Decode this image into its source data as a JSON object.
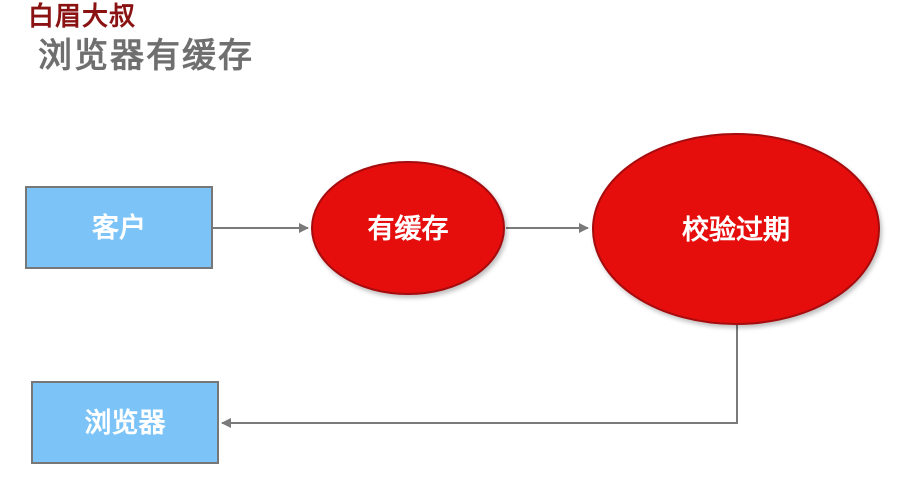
{
  "brand": "白眉大叔",
  "title": "浏览器有缓存",
  "colors": {
    "box_fill": "#7cc4f7",
    "box_stroke": "#777777",
    "ellipse_fill": "#e60a10",
    "ellipse_stroke": "#a5070b",
    "connector": "#7a7a7a",
    "brand_text": "#8a1212",
    "title_text": "#6f6f6f"
  },
  "nodes": {
    "client": "客户",
    "has_cache": "有缓存",
    "check_expiry": "校验过期",
    "browser": "浏览器"
  }
}
